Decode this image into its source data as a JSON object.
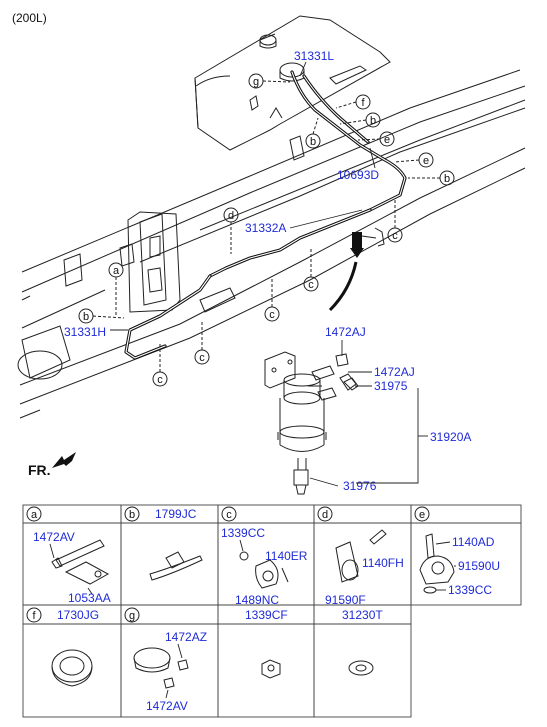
{
  "header": {
    "variant": "(200L)"
  },
  "direction_label": "FR.",
  "parts": {
    "p31331L": "31331L",
    "p10693D": "10693D",
    "p31332A": "31332A",
    "p31331H": "31331H",
    "p1472AJ_a": "1472AJ",
    "p1472AJ_b": "1472AJ",
    "p31975": "31975",
    "p31920A": "31920A",
    "p31976": "31976"
  },
  "callouts": {
    "a": "a",
    "b": "b",
    "c": "c",
    "d": "d",
    "e": "e",
    "f": "f",
    "g": "g"
  },
  "legend": {
    "row1": [
      {
        "letter": "a",
        "title": "",
        "parts": [
          "1472AV",
          "1053AA"
        ]
      },
      {
        "letter": "b",
        "title": "1799JC",
        "parts": []
      },
      {
        "letter": "c",
        "title": "",
        "parts": [
          "1339CC",
          "1140ER",
          "1489NC"
        ]
      },
      {
        "letter": "d",
        "title": "",
        "parts": [
          "1140FH",
          "91590F"
        ]
      },
      {
        "letter": "e",
        "title": "",
        "parts": [
          "1140AD",
          "91590U",
          "1339CC"
        ]
      }
    ],
    "row2": [
      {
        "letter": "f",
        "title": "1730JG",
        "parts": []
      },
      {
        "letter": "g",
        "title": "",
        "parts": [
          "1472AZ",
          "1472AV"
        ]
      },
      {
        "letter": "",
        "title": "1339CF",
        "parts": []
      },
      {
        "letter": "",
        "title": "31230T",
        "parts": []
      }
    ]
  },
  "colors": {
    "part_number": "#1f2bd6",
    "line": "#111111",
    "background": "#ffffff"
  }
}
